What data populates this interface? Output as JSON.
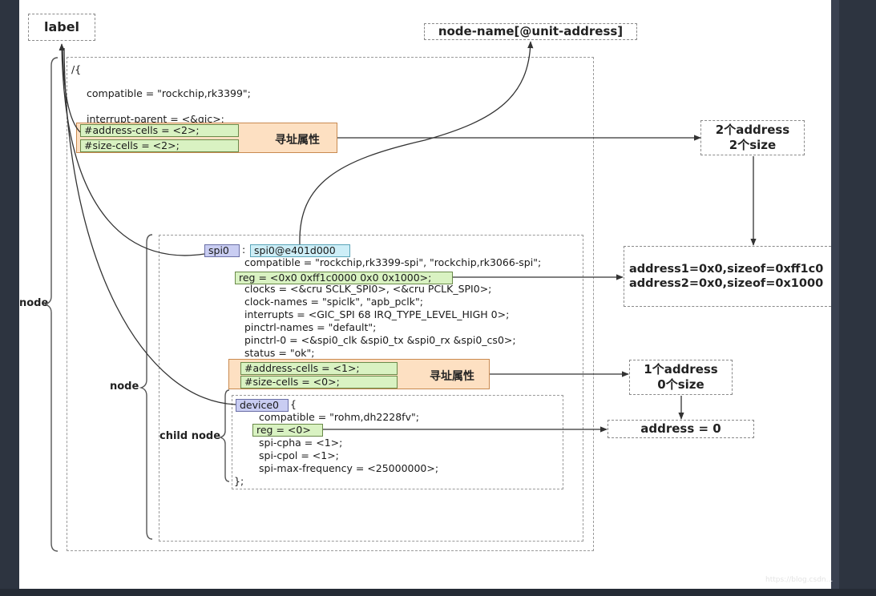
{
  "labels": {
    "label": "label",
    "node_name": "node-name[@unit-address]",
    "root_node": "node",
    "node": "node",
    "child_node": "child node",
    "addr_attr_1": "寻址属性",
    "addr_attr_2": "寻址属性"
  },
  "annotations": {
    "size_2": [
      "2个address",
      "2个size"
    ],
    "reg_result": [
      "address1=0x0,sizeof=0xff1c0",
      "address2=0x0,sizeof=0x1000"
    ],
    "size_1": [
      "1个address",
      "0个size"
    ],
    "address0": "address = 0"
  },
  "root": {
    "open": "/{",
    "compatible": "compatible = \"rockchip,rk3399\";",
    "interrupt_parent": "interrupt-parent = <&gic>;",
    "address_cells": "#address-cells = <2>;",
    "size_cells": "#size-cells = <2>;"
  },
  "spi": {
    "label": "spi0",
    "colon": ":",
    "name": "spi0@e401d000",
    "lines": [
      "compatible = \"rockchip,rk3399-spi\", \"rockchip,rk3066-spi\";",
      "clocks = <&cru SCLK_SPI0>, <&cru PCLK_SPI0>;",
      "clock-names = \"spiclk\", \"apb_pclk\";",
      "interrupts = <GIC_SPI 68 IRQ_TYPE_LEVEL_HIGH 0>;",
      "pinctrl-names = \"default\";",
      "pinctrl-0 = <&spi0_clk &spi0_tx &spi0_rx &spi0_cs0>;",
      "status = \"ok\";"
    ],
    "reg": "reg = <0x0 0xff1c0000 0x0 0x1000>;",
    "address_cells": "#address-cells = <1>;",
    "size_cells": "#size-cells = <0>;"
  },
  "device": {
    "label": "device0",
    "brace": "{",
    "compatible": "compatible = \"rohm,dh2228fv\";",
    "reg": "reg = <0>",
    "lines": [
      "spi-cpha = <1>;",
      "spi-cpol = <1>;",
      "spi-max-frequency = <25000000>;"
    ],
    "close": "};"
  },
  "watermark": "https://blog.csdn..."
}
